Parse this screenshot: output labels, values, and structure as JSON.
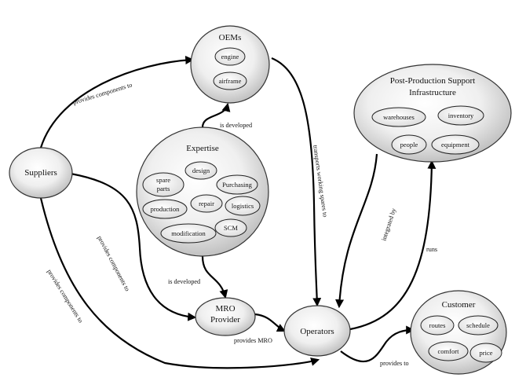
{
  "nodes": {
    "oems": {
      "label": "OEMs",
      "children": [
        "engine",
        "airframe"
      ]
    },
    "expertise": {
      "label": "Expertise",
      "children": [
        "design",
        "spare parts",
        "Purchasing",
        "production",
        "repair",
        "logistics",
        "modification",
        "SCM"
      ]
    },
    "suppliers": {
      "label": "Suppliers"
    },
    "mro": {
      "label": "MRO Provider"
    },
    "operators": {
      "label": "Operators"
    },
    "post_production": {
      "label": "Post-Production Support Infrastructure",
      "children": [
        "warehouses",
        "inventory",
        "people",
        "equipment"
      ]
    },
    "customer": {
      "label": "Customer",
      "children": [
        "routes",
        "schedule",
        "comfort",
        "price"
      ]
    }
  },
  "edges": [
    {
      "label": "provides components to"
    },
    {
      "label": "is developed"
    },
    {
      "label": "transports working spares to"
    },
    {
      "label": "provides components to"
    },
    {
      "label": "is developed"
    },
    {
      "label": "provides components to"
    },
    {
      "label": "provides MRO"
    },
    {
      "label": "integrated by"
    },
    {
      "label": "runs"
    },
    {
      "label": "provides to"
    }
  ]
}
